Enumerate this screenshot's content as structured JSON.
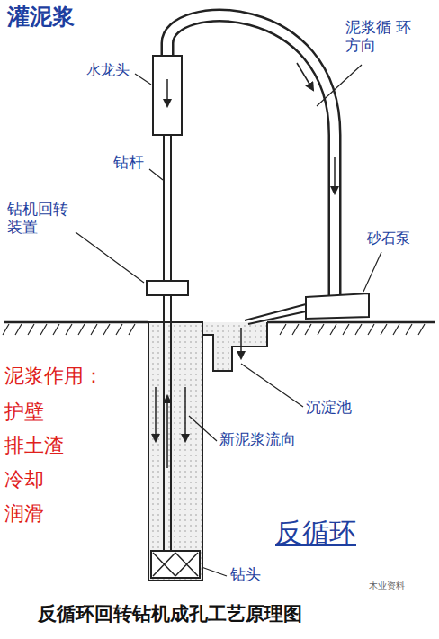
{
  "diagram": {
    "title": "灌泥浆",
    "caption": "反循环回转钻机成孔工艺原理图",
    "labels": [
      "水龙头",
      "钻杆",
      "钻机回转 装置",
      "泥浆循 环方向",
      "砂石泵",
      "沉淀池",
      "新泥浆流向",
      "钻头",
      "泥浆作用：",
      "护壁",
      "排土渣",
      "冷却",
      "润滑",
      "反循环",
      "木业资料"
    ]
  }
}
